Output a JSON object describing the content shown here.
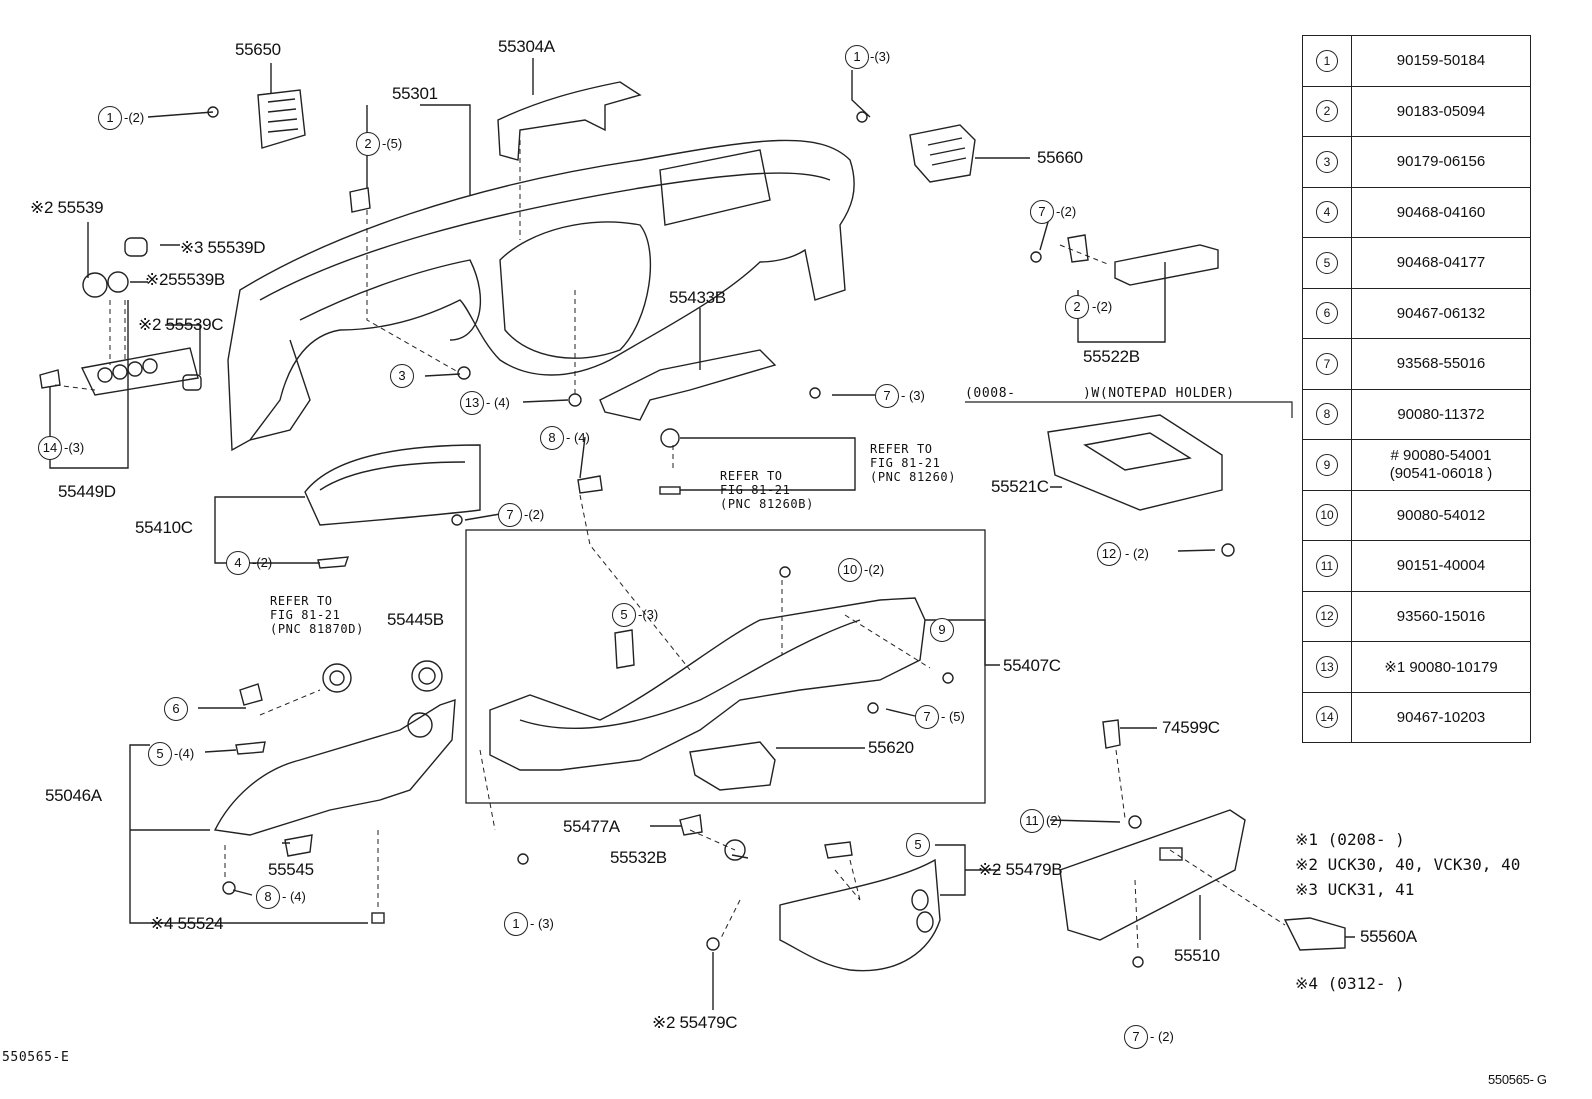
{
  "legend": [
    {
      "key": "1",
      "part": "90159-50184"
    },
    {
      "key": "2",
      "part": "90183-05094"
    },
    {
      "key": "3",
      "part": "90179-06156"
    },
    {
      "key": "4",
      "part": "90468-04160"
    },
    {
      "key": "5",
      "part": "90468-04177"
    },
    {
      "key": "6",
      "part": "90467-06132"
    },
    {
      "key": "7",
      "part": "93568-55016"
    },
    {
      "key": "8",
      "part": "90080-11372"
    },
    {
      "key": "9",
      "part": "# 90080-54001\n(90541-06018 )"
    },
    {
      "key": "10",
      "part": "90080-54012"
    },
    {
      "key": "11",
      "part": "90151-40004"
    },
    {
      "key": "12",
      "part": "93560-15016"
    },
    {
      "key": "13",
      "part": "※1 90080-10179"
    },
    {
      "key": "14",
      "part": "90467-10203"
    }
  ],
  "parts": {
    "p55650": "55650",
    "p55304A": "55304A",
    "p55301": "55301",
    "p55660": "55660",
    "p55539": "※2 55539",
    "p55539D": "※3 55539D",
    "p55539B": "※255539B",
    "p55539C": "※2 55539C",
    "p55449D": "55449D",
    "p55433B": "55433B",
    "p55522B": "55522B",
    "p55410C": "55410C",
    "p55521C": "55521C",
    "p55445B": "55445B",
    "p55407C": "55407C",
    "p55046A": "55046A",
    "p55545": "55545",
    "p55524": "※4 55524",
    "p55620": "55620",
    "p55477A": "55477A",
    "p55532B": "55532B",
    "p74599C": "74599C",
    "p55479B": "※2 55479B",
    "p55510": "55510",
    "p55560A": "55560A",
    "p55479C": "※2 55479C"
  },
  "refs": {
    "r1": "REFER TO\nFIG 81-21\n(PNC 81260)",
    "r2": "REFER TO\nFIG 81-21\n(PNC 81260B)",
    "r3": "REFER TO\nFIG 81-21\n(PNC 81870D)"
  },
  "notepad": "(0008-        )W(NOTEPAD HOLDER)",
  "notes": {
    "n1": "※1 (0208-       )",
    "n2": "※2 UCK30, 40, VCK30, 40",
    "n3": "※3 UCK31, 41",
    "n4": "※4 (0312-        )"
  },
  "codes": {
    "left": "550565-E",
    "right": "550565- G"
  }
}
